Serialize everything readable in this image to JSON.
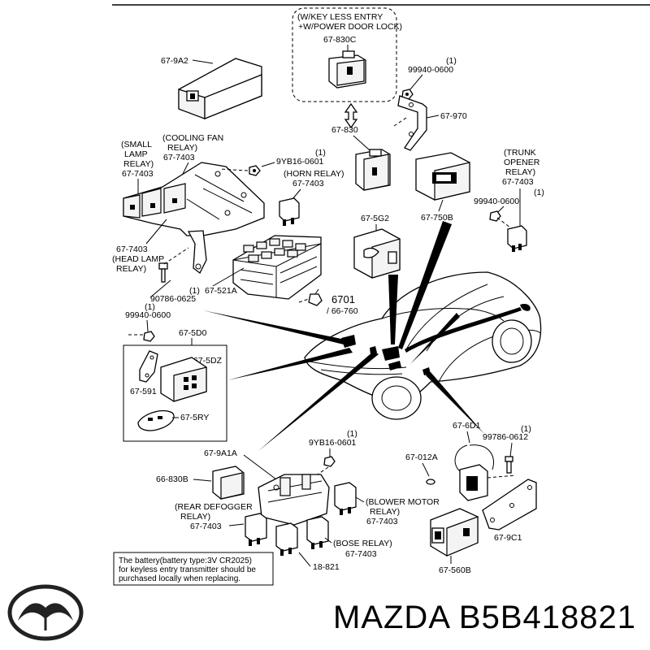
{
  "labels": {
    "keyless_note_line1": "(W/KEY LESS ENTRY",
    "keyless_note_line2": "+W/POWER DOOR LOCK)",
    "p67_830C": "67-830C",
    "p99940_0600_a": "99940-0600",
    "qty_a": "(1)",
    "p67_970": "67-970",
    "p67_9A2": "67-9A2",
    "p67_830": "67-830",
    "cooling_fan_1": "(COOLING FAN",
    "cooling_fan_2": "RELAY)",
    "cooling_fan_3": "67-7403",
    "small_lamp_1": "(SMALL",
    "small_lamp_2": "LAMP",
    "small_lamp_3": "RELAY)",
    "small_lamp_4": "67-7403",
    "p9YB16_0601_a": "9YB16-0601",
    "qty_b": "(1)",
    "horn_1": "(HORN RELAY)",
    "horn_2": "67-7403",
    "trunk_1": "(TRUNK",
    "trunk_2": "OPENER",
    "trunk_3": "RELAY)",
    "trunk_4": "67-7403",
    "p99940_0600_b": "99940-0600",
    "qty_c": "(1)",
    "p67_5G2": "67-5G2",
    "p67_750B": "67-750B",
    "head_lamp_1": "67-7403",
    "head_lamp_2": "(HEAD LAMP",
    "head_lamp_3": "RELAY)",
    "p90786_0625": "90786-0625",
    "qty_d": "(1)",
    "p67_521A": "67-521A",
    "p6701": "6701",
    "p66_760": "/ 66-760",
    "qty_e": "(1)",
    "p99940_0600_c": "99940-0600",
    "p67_5D0": "67-5D0",
    "p67_5DZ": "67-5DZ",
    "p67_591": "67-591",
    "p67_5RY": "67-5RY",
    "p67_6D1": "67-6D1",
    "qty_f": "(1)",
    "p99786_0612": "99786-0612",
    "qty_g": "(1)",
    "p9YB16_0601_b": "9YB16-0601",
    "p67_9A1A": "67-9A1A",
    "p67_012A": "67-012A",
    "p66_830B": "66-830B",
    "rear_defog_1": "(REAR DEFOGGER",
    "rear_defog_2": "RELAY)",
    "rear_defog_3": "67-7403",
    "blower_1": "(BLOWER MOTOR",
    "blower_2": "RELAY)",
    "blower_3": "67-7403",
    "bose_1": "(BOSE RELAY)",
    "bose_2": "67-7403",
    "p67_9C1": "67-9C1",
    "p18_821": "18-821",
    "p67_560B": "67-560B",
    "battery_note_1": "The battery(battery type:3V CR2025)",
    "battery_note_2": "for keyless entry transmitter should be",
    "battery_note_3": "purchased locally when replacing."
  },
  "footer": {
    "brand_text": "MAZDA B5B418821"
  },
  "icons": {
    "logo": "mazda-logo-icon"
  }
}
